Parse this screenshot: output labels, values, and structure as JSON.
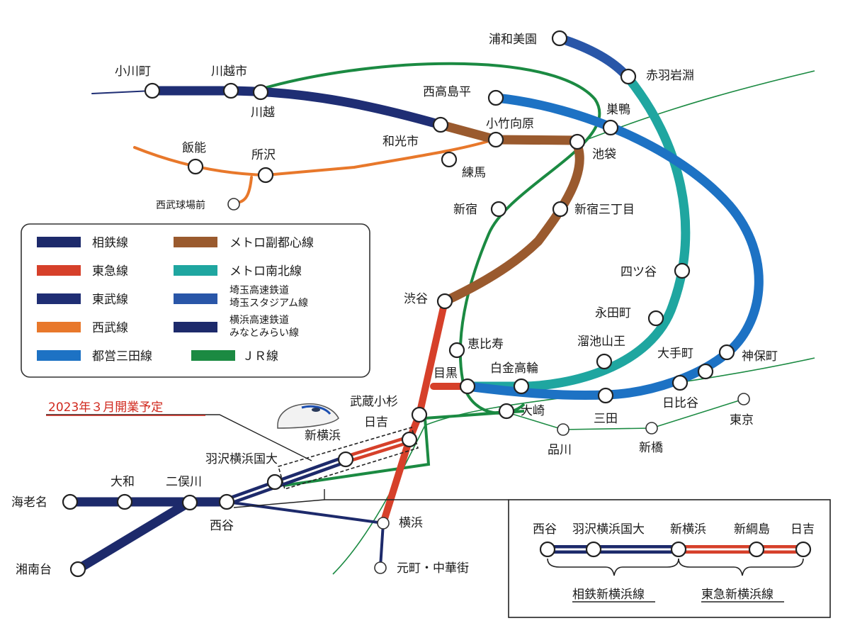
{
  "colors": {
    "sotetsu": "#1d2a6b",
    "tokyu": "#d6402a",
    "tobu": "#1f2e74",
    "seibu": "#e8782b",
    "toei_mita": "#1d72c4",
    "jr": "#1b8a42",
    "fukutoshin": "#9a5a2e",
    "namboku": "#1fa6a0",
    "saitama": "#2956a8",
    "minatomirai": "#1d2a6b"
  },
  "legend": [
    {
      "label": "相鉄線",
      "color_key": "sotetsu"
    },
    {
      "label": "東急線",
      "color_key": "tokyu"
    },
    {
      "label": "東武線",
      "color_key": "tobu"
    },
    {
      "label": "西武線",
      "color_key": "seibu"
    },
    {
      "label": "都営三田線",
      "color_key": "toei_mita"
    },
    {
      "label": "メトロ副都心線",
      "color_key": "fukutoshin"
    },
    {
      "label": "メトロ南北線",
      "color_key": "namboku"
    },
    {
      "label": "埼玉高速鉄道",
      "label2": "埼玉スタジアム線",
      "color_key": "saitama"
    },
    {
      "label": "横浜高速鉄道",
      "label2": "みなとみらい線",
      "color_key": "minatomirai"
    },
    {
      "label": "ＪＲ線",
      "color_key": "jr"
    }
  ],
  "opening_note": "2023年３月開業予定",
  "stations": {
    "urawa_misono": "浦和美園",
    "akabane_iwabuchi": "赤羽岩淵",
    "ogawamachi": "小川町",
    "kawagoeshi": "川越市",
    "kawagoe": "川越",
    "nishitakashimadaira": "西高島平",
    "sugamo": "巣鴨",
    "kotake_mukaihara": "小竹向原",
    "wakoshi": "和光市",
    "ikebukuro": "池袋",
    "hanno": "飯能",
    "tokorozawa": "所沢",
    "nerima": "練馬",
    "seibukyujomae": "西武球場前",
    "shinjuku": "新宿",
    "shinjuku_sanchome": "新宿三丁目",
    "yotsuya": "四ツ谷",
    "shibuya": "渋谷",
    "nagatacho": "永田町",
    "ebisu": "恵比寿",
    "tameike_sanno": "溜池山王",
    "otemachi": "大手町",
    "jimbocho": "神保町",
    "meguro": "目黒",
    "shirokane_takanawa": "白金高輪",
    "hibiya": "日比谷",
    "tokyo": "東京",
    "musashi_kosugi": "武蔵小杉",
    "osaki": "大崎",
    "mita": "三田",
    "hiyoshi": "日吉",
    "shin_yokohama": "新横浜",
    "shinagawa": "品川",
    "shimbashi": "新橋",
    "hazawa_yokohama_kokudai": "羽沢横浜国大",
    "yamato": "大和",
    "futamatagawa": "二俣川",
    "ebina": "海老名",
    "nishiya": "西谷",
    "yokohama": "横浜",
    "shonandai": "湘南台",
    "motomachi_chukagai": "元町・中華街"
  },
  "inset": {
    "stations": [
      "西谷",
      "羽沢横浜国大",
      "新横浜",
      "新綱島",
      "日吉"
    ],
    "sotetsu_label": "相鉄新横浜線",
    "tokyu_label": "東急新横浜線"
  }
}
